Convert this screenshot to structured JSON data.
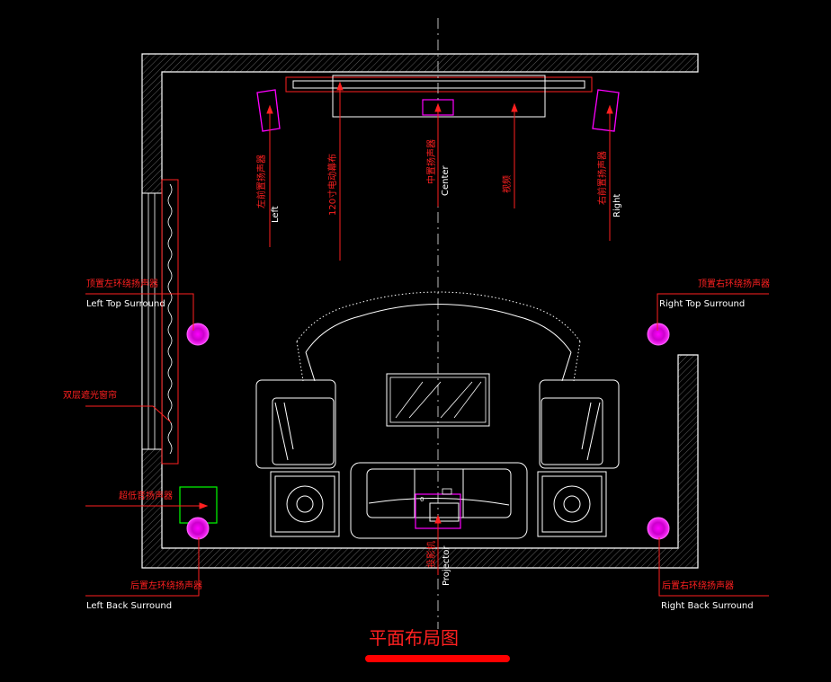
{
  "title": "平面布局图",
  "labels": {
    "left_speaker_cn": "左前置扬声器",
    "left_speaker_en": "Left",
    "screen_cn": "120寸电动幕布",
    "center_cn": "中置扬声器",
    "center_en": "Center",
    "tv_cn": "视频",
    "right_speaker_cn": "右前置扬声器",
    "right_speaker_en": "Right",
    "left_top_surround_cn": "顶置左环绕扬声器",
    "left_top_surround_en": "Left Top Surround",
    "right_top_surround_cn": "顶置右环绕扬声器",
    "right_top_surround_en": "Right Top Surround",
    "curtain_cn": "双层遮光窗帘",
    "subwoofer_cn": "超低音扬声器",
    "left_back_cn": "后置左环绕扬声器",
    "left_back_en": "Left Back Surround",
    "right_back_cn": "后置右环绕扬声器",
    "right_back_en": "Right Back Surround",
    "projector_cn": "投影机",
    "projector_en": "Projector"
  },
  "colors": {
    "background": "#000000",
    "wall": "#ffffff",
    "label": "#ff2020",
    "speaker": "#ff00ff",
    "subwoofer_box": "#00ff00",
    "title_bar": "#ff0000"
  }
}
